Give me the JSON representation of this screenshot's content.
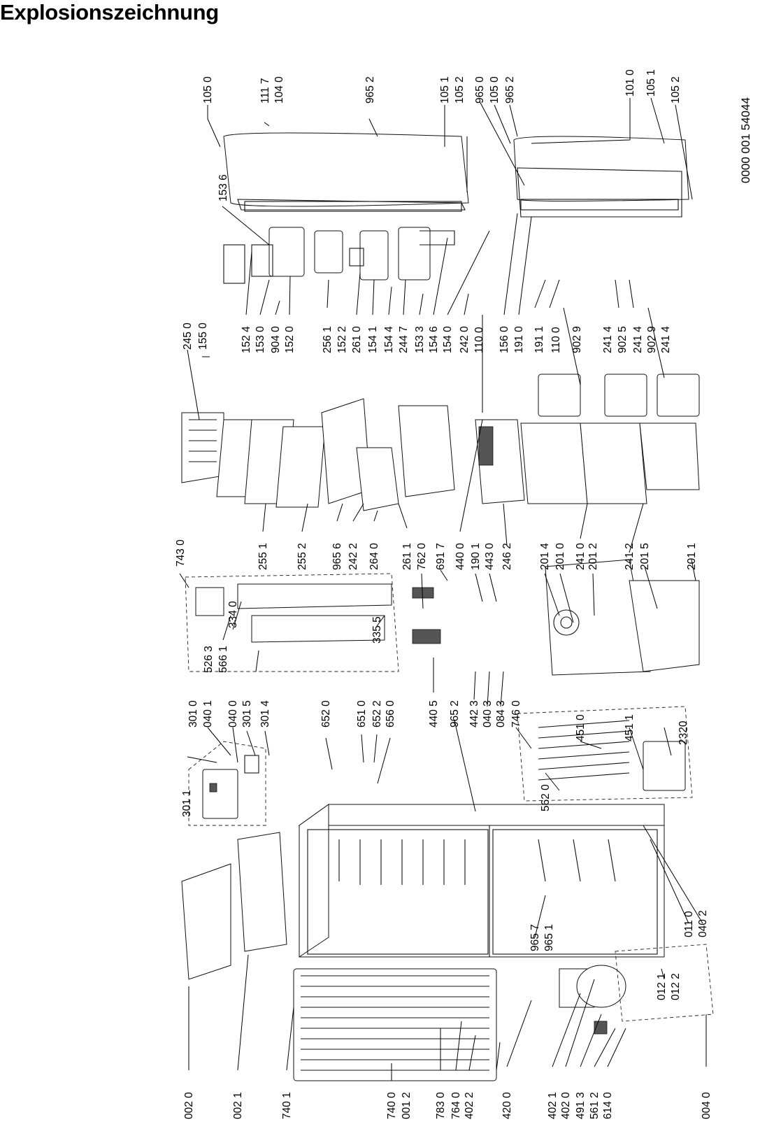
{
  "title": "Explosionszeichnung",
  "doc_number": "0000 001 54044",
  "labels": [
    "105 0",
    "111 7",
    "104 0",
    "965 2",
    "105 1",
    "105 2",
    "965 0",
    "105 0",
    "965 2",
    "101 0",
    "105 1",
    "105 2",
    "153 6",
    "245 0",
    "155 0",
    "152 4",
    "153 0",
    "904 0",
    "152 0",
    "256 1",
    "152 2",
    "261 0",
    "154 1",
    "154 4",
    "244 7",
    "153 3",
    "154 6",
    "154 0",
    "242 0",
    "110 0",
    "156 0",
    "191 0",
    "191 1",
    "110 0",
    "902 9",
    "241 4",
    "902 5",
    "241 4",
    "902 9",
    "241 4",
    "743 0",
    "255 1",
    "255 2",
    "965 6",
    "242 2",
    "264 0",
    "261 1",
    "762 0",
    "691 7",
    "440 0",
    "190 1",
    "443 0",
    "246 2",
    "201 4",
    "201 0",
    "241 0",
    "201 2",
    "241 2",
    "201 5",
    "201 1",
    "334 0",
    "526 3",
    "566 1",
    "335 5",
    "301 0",
    "040 1",
    "040 0",
    "301 5",
    "301 4",
    "301 1",
    "652 0",
    "651 0",
    "652 2",
    "656 0",
    "440 5",
    "965 2",
    "442 3",
    "040 3",
    "084 3",
    "746 0",
    "451 0",
    "451 1",
    "2320",
    "562 0",
    "965 7",
    "965 1",
    "011 0",
    "040 2",
    "012 1",
    "012 2",
    "002 0",
    "002 1",
    "740 1",
    "740 0",
    "001 2",
    "783 0",
    "764 0",
    "402 2",
    "420 0",
    "402 1",
    "402 0",
    "491 3",
    "561 2",
    "614 0",
    "004 0"
  ]
}
